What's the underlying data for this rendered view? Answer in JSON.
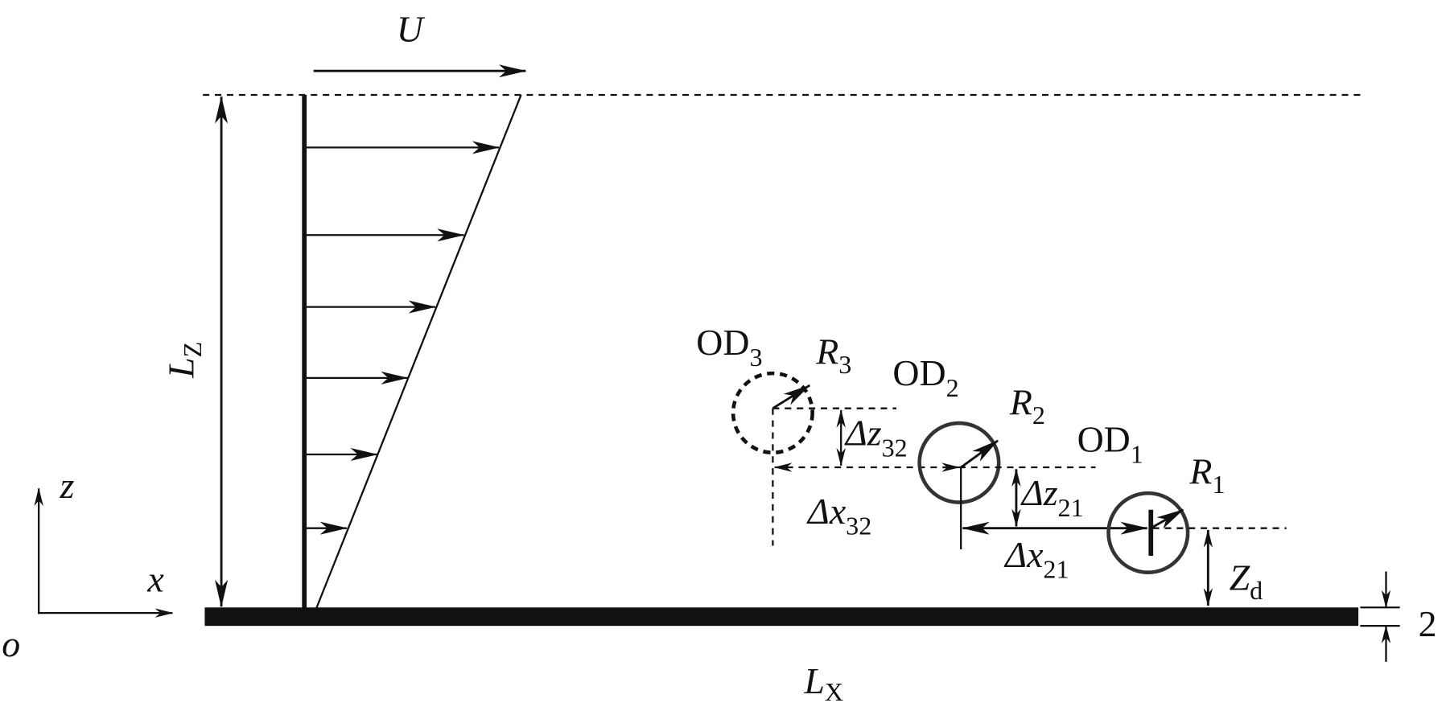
{
  "labels": {
    "velocity": "U",
    "domain_height": "L",
    "domain_height_sub": "Z",
    "domain_length": "L",
    "domain_length_sub": "X",
    "axis_z": "z",
    "axis_x": "x",
    "origin": "o",
    "thickness": "2",
    "od3": "OD",
    "od3_sub": "3",
    "od2": "OD",
    "od2_sub": "2",
    "od1": "OD",
    "od1_sub": "1",
    "r3": "R",
    "r3_sub": "3",
    "r2": "R",
    "r2_sub": "2",
    "r1": "R",
    "r1_sub": "1",
    "dz32": "Δz",
    "dz32_sub": "32",
    "dx32": "Δx",
    "dx32_sub": "32",
    "dz21": "Δz",
    "dz21_sub": "21",
    "dx21": "Δx",
    "dx21_sub": "21",
    "zd": "Z",
    "zd_sub": "d"
  },
  "colors": {
    "line": "#111111",
    "circle": "#333333"
  }
}
